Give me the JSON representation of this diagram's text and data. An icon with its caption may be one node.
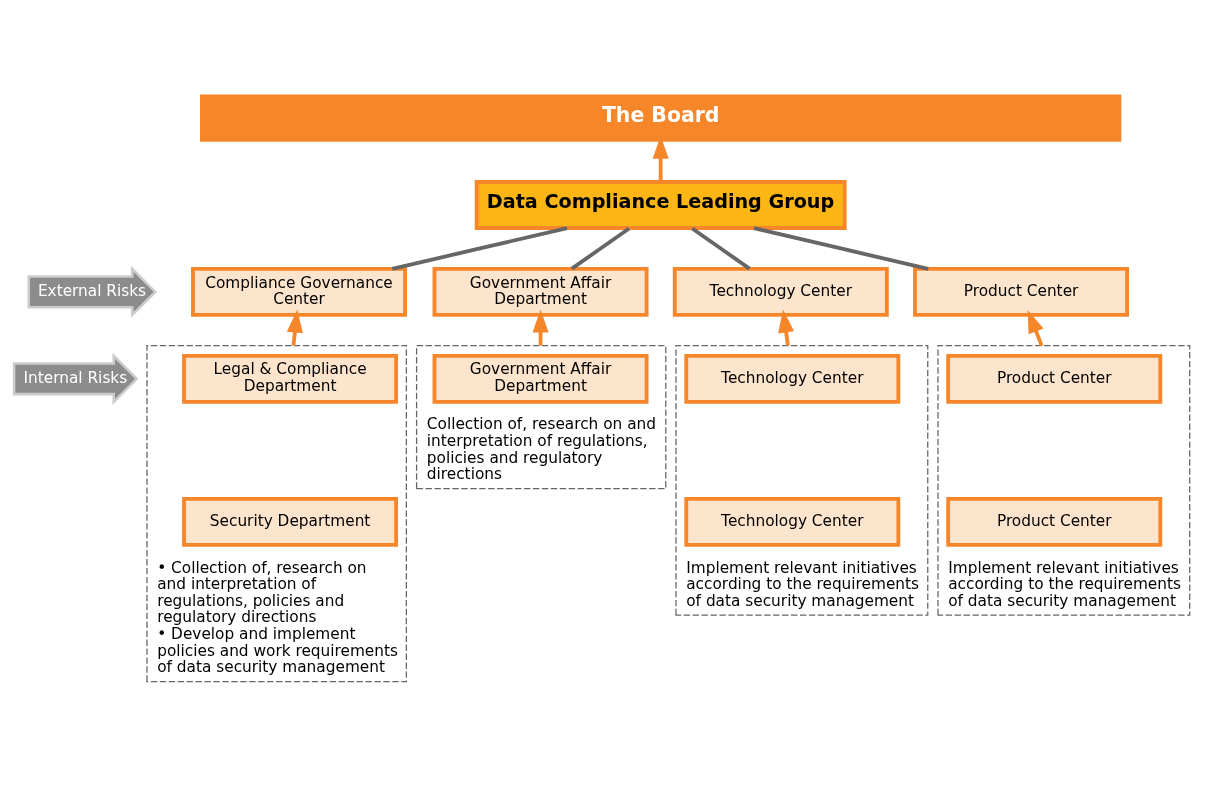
{
  "diagram": {
    "nodes": [
      {
        "text": [
          "The Board"
        ]
      },
      {
        "text": [
          "Data Compliance Leading Group"
        ]
      },
      {
        "text": [
          "External Risks"
        ]
      },
      {
        "text": [
          "Compliance Governance Center"
        ]
      },
      {
        "text": [
          "Government Affair Department"
        ]
      },
      {
        "text": [
          "Technology Center"
        ]
      },
      {
        "text": [
          "Product Center"
        ]
      },
      {
        "text": [
          "Internal Risks"
        ]
      },
      {
        "text": [
          "• Collection of, research on and interpretation of regulations, policies and regulatory directions",
          "• Develop and implement policies and work requirements of data security management"
        ]
      },
      {
        "text": [
          "Legal & Compliance Department"
        ],
        "in": 8
      },
      {
        "text": [
          "Security Department"
        ],
        "in": 8
      },
      {
        "text": [
          "Collection of, research on and interpretation of regulations, policies and regulatory directions"
        ]
      },
      {
        "text": [
          "Government Affair Department"
        ],
        "in": 11
      },
      {
        "text": [
          "Implement relevant initiatives according to the requirements of data security management"
        ]
      },
      {
        "text": [
          "Technology Center"
        ],
        "in": 13
      },
      {
        "text": [
          "Technology Center"
        ],
        "in": 13
      },
      {
        "text": [
          "Implement relevant initiatives according to the requirements of data security management"
        ]
      },
      {
        "text": [
          "Product Center"
        ],
        "in": 16
      },
      {
        "text": [
          "Product Center"
        ],
        "in": 16
      }
    ],
    "edges": [
      {
        "from": 1,
        "to": 0,
        "arrow": "to"
      },
      {
        "from": 1,
        "to": 3,
        "arrow": "none",
        "color": "#666666"
      },
      {
        "from": 1,
        "to": 4,
        "arrow": "none",
        "color": "#666666"
      },
      {
        "from": 1,
        "to": 5,
        "arrow": "none",
        "color": "#666666"
      },
      {
        "from": 1,
        "to": 6,
        "arrow": "none",
        "color": "#666666"
      },
      {
        "from": 8,
        "to": 3,
        "arrow": "to"
      },
      {
        "from": 11,
        "to": 4,
        "arrow": "to"
      },
      {
        "from": 13,
        "to": 5,
        "arrow": "to"
      },
      {
        "from": 16,
        "to": 6,
        "arrow": "to"
      }
    ]
  }
}
